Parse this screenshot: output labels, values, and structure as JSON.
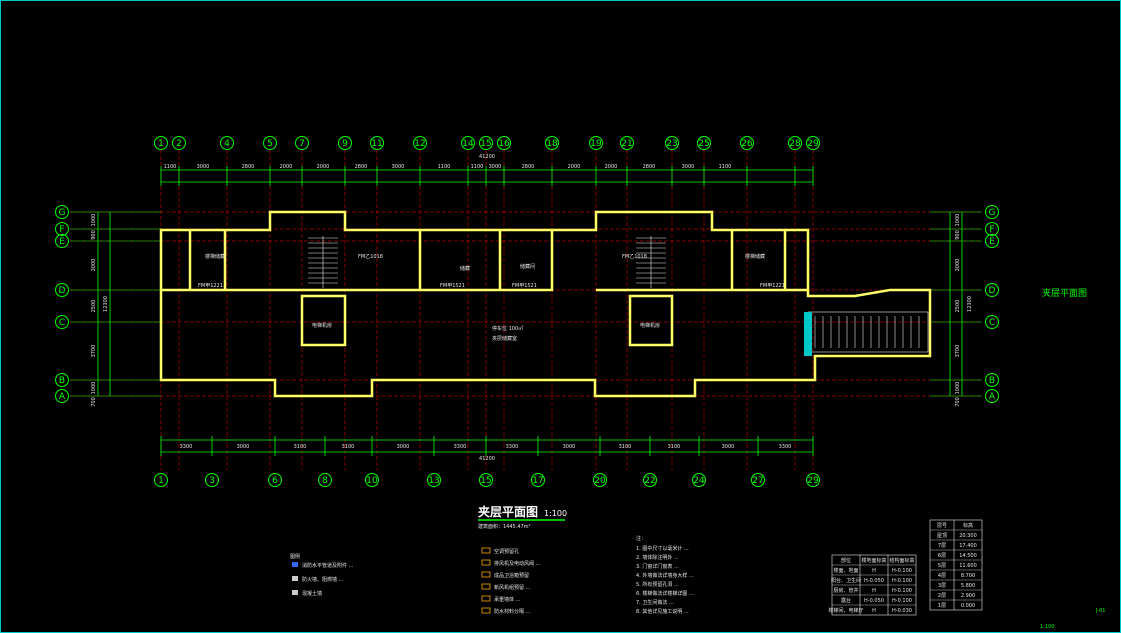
{
  "drawing": {
    "title": "夹层平面图",
    "scale": "1:100",
    "area_label": "建筑面积：1445.47m²",
    "side_label": "夹层平面图",
    "bottom_scale": "1:100",
    "sheet_no": "J-01"
  },
  "axes_top": [
    "1",
    "2",
    "4",
    "5",
    "7",
    "9",
    "11",
    "12",
    "14",
    "15",
    "16",
    "18",
    "19",
    "21",
    "23",
    "25",
    "26",
    "28",
    "29"
  ],
  "axes_bottom": [
    "1",
    "3",
    "6",
    "8",
    "10",
    "13",
    "15",
    "17",
    "20",
    "22",
    "24",
    "27",
    "29"
  ],
  "axes_rows": [
    "G",
    "F",
    "E",
    "D",
    "C",
    "B",
    "A"
  ],
  "dims_top": [
    "1100",
    "3000",
    "2800",
    "2000",
    "2000",
    "2800",
    "3000",
    "1100",
    "1100",
    "3000",
    "2800",
    "2000",
    "2000",
    "2800",
    "3000",
    "1100"
  ],
  "overall_top": "41200",
  "dims_bottom": [
    "3300",
    "3000",
    "3100",
    "3100",
    "3000",
    "3300",
    "3300",
    "3000",
    "3100",
    "3100",
    "3000",
    "3300"
  ],
  "overall_bottom": "41200",
  "dims_left": [
    "1000",
    "900",
    "3000",
    "2500",
    "3700",
    "1000",
    "700"
  ],
  "overall_left": "12300",
  "rooms": {
    "r1": "楼梯储藏",
    "r2": "储藏",
    "r3": "储藏间",
    "r4": "楼梯储藏",
    "win1": "FM甲1221",
    "win2": "FM甲1521",
    "win3": "FM甲1521",
    "win4": "FM甲1221",
    "door1": "FM乙1018",
    "door2": "FM乙1018",
    "shaft1": "电梯机房",
    "shaft2": "电梯机房",
    "center": "停车位  100㎡",
    "center2": "夹层储藏室"
  },
  "legend_title": "图例",
  "legend": [
    "消防水平管道及附件 ...",
    "防火墙、阻燃墙 ...",
    "混凝土墙"
  ],
  "legend2": [
    "空调预留孔",
    "排风机及电动风阀 ...",
    "成品卫浴箱预留",
    "新风机组预留 ...",
    "承重墙体 ...",
    "防水材料分隔 ..."
  ],
  "notes_title": "注：",
  "notes": [
    "1. 图中尺寸以毫米计 ...",
    "2. 墙体除注明外 ...",
    "3. 门窗详门窗表 ...",
    "4. 外墙做法详墙身大样 ...",
    "5. 所有预留孔洞 ...",
    "6. 楼梯做法详楼梯详图 ...",
    "7. 卫生间做法 ...",
    "8. 其他详见施工说明 ..."
  ],
  "elev_table": {
    "head": [
      "层号",
      "标高"
    ],
    "rows": [
      [
        "屋顶",
        "20.300"
      ],
      [
        "7层",
        "17.400"
      ],
      [
        "6层",
        "14.500"
      ],
      [
        "5层",
        "11.600"
      ],
      [
        "4层",
        "8.700"
      ],
      [
        "3层",
        "5.800"
      ],
      [
        "2层",
        "2.900"
      ],
      [
        "1层",
        "0.000"
      ]
    ]
  },
  "height_table": {
    "head": [
      "部位",
      "楼地面标高",
      "结构面标高"
    ],
    "rows": [
      [
        "楼面、地面",
        "H",
        "H-0.100"
      ],
      [
        "阳台、卫生间",
        "H-0.050",
        "H-0.100"
      ],
      [
        "厨房、管井",
        "H",
        "H-0.100"
      ],
      [
        "露台",
        "H-0.050",
        "H-0.100"
      ],
      [
        "楼梯间、电梯厅",
        "H",
        "H-0.030"
      ]
    ]
  },
  "colors": {
    "axis": "#00ff00",
    "wall": "#ffff66",
    "grid": "#ff0000",
    "text": "#e6e6e6",
    "cyan": "#00c8c8",
    "magenta": "#ff00ff"
  }
}
